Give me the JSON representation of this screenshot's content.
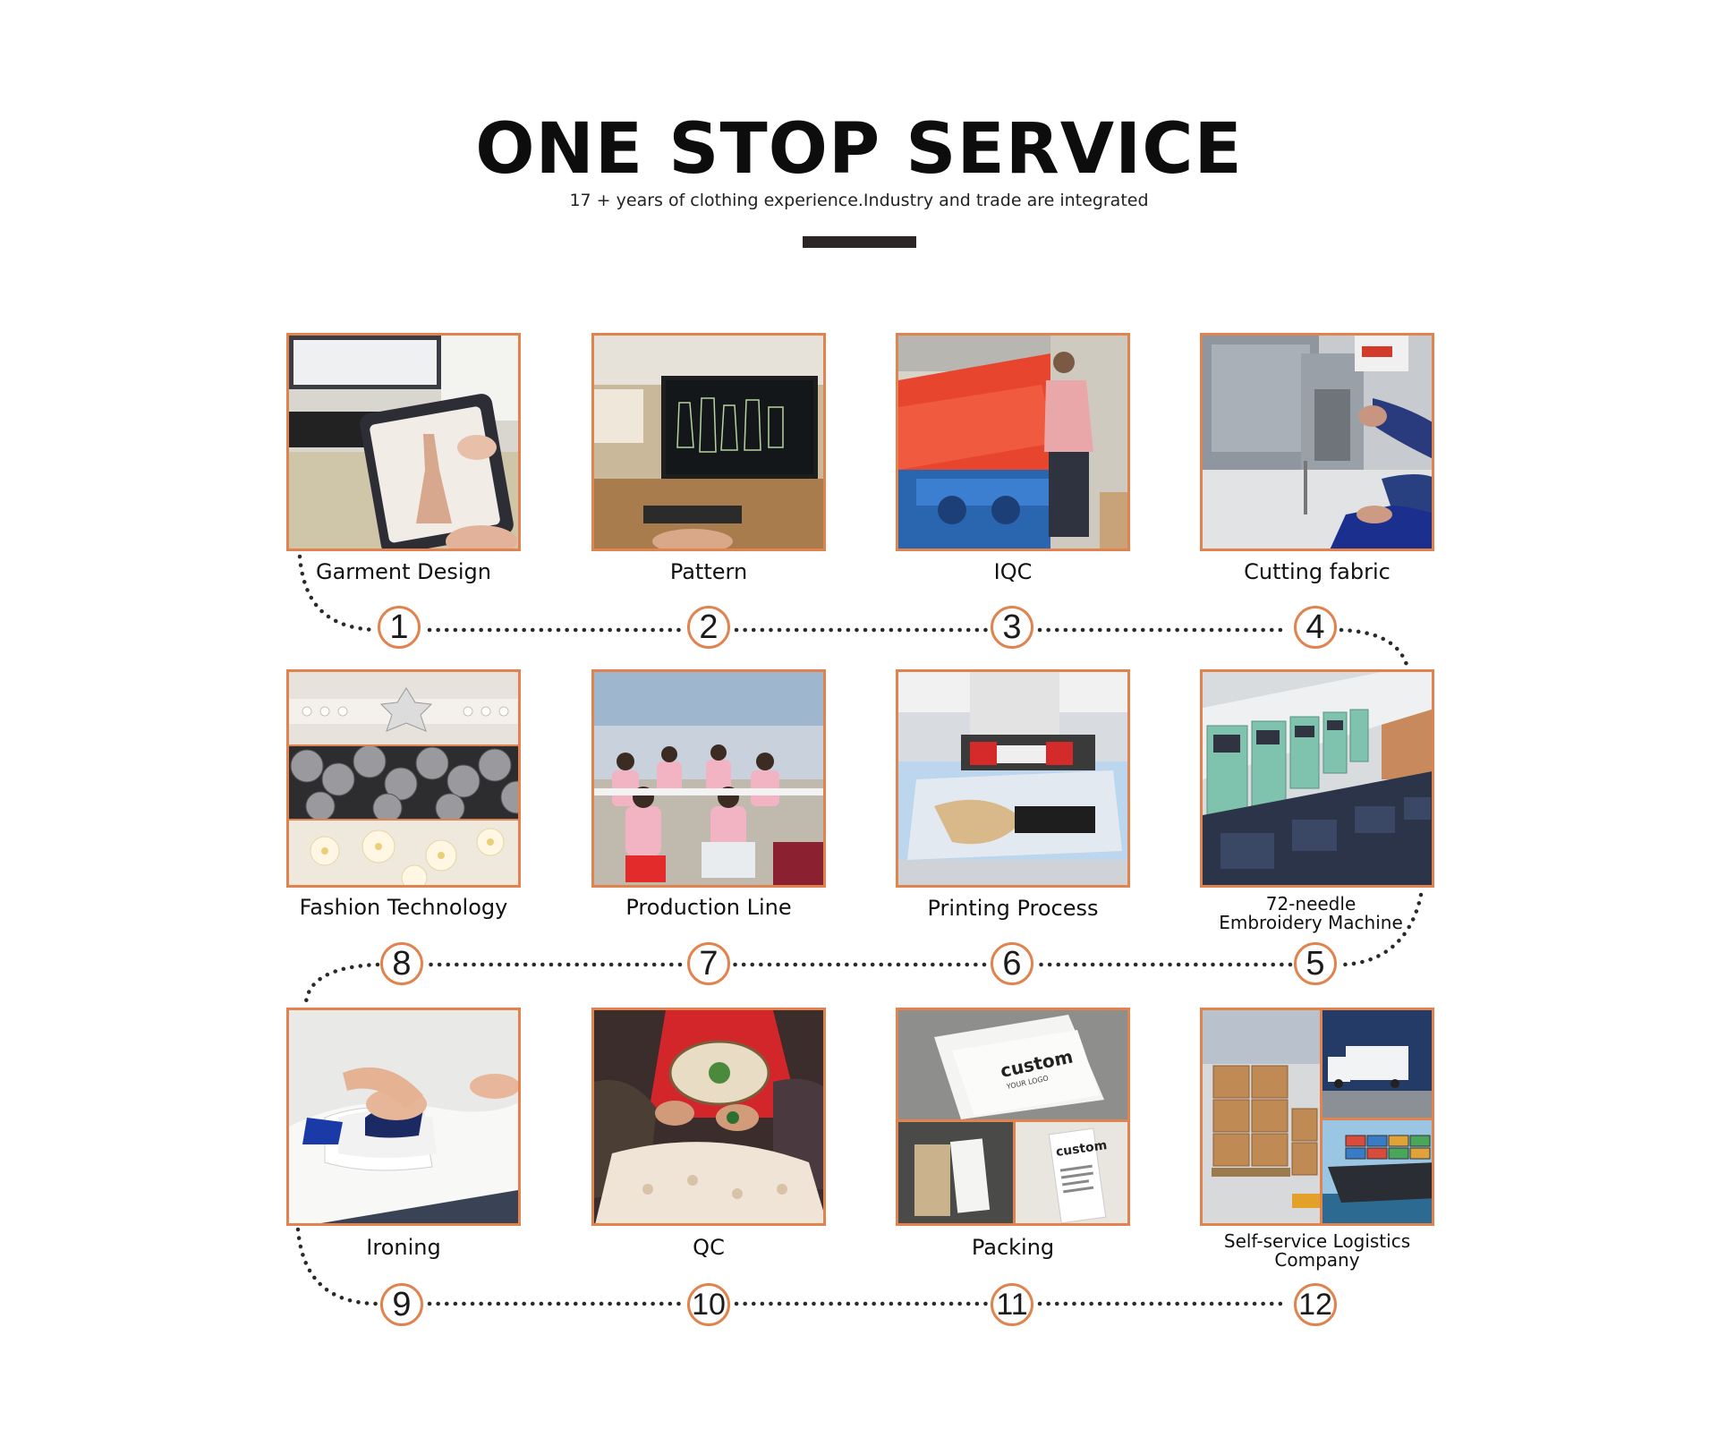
{
  "header": {
    "title": "ONE STOP SERVICE",
    "subtitle": "17 + years of clothing experience.Industry and trade are integrated"
  },
  "colors": {
    "accent": "#e0834e",
    "dots": "#2a2a2a",
    "title": "#0d0d0d"
  },
  "steps": [
    {
      "num": "1",
      "label": "Garment Design"
    },
    {
      "num": "2",
      "label": "Pattern"
    },
    {
      "num": "3",
      "label": "IQC"
    },
    {
      "num": "4",
      "label": "Cutting fabric"
    },
    {
      "num": "5",
      "label_line1": "72-needle",
      "label_line2": "Embroidery Machine"
    },
    {
      "num": "6",
      "label": "Printing Process"
    },
    {
      "num": "7",
      "label": "Production Line"
    },
    {
      "num": "8",
      "label": "Fashion Technology"
    },
    {
      "num": "9",
      "label": "Ironing"
    },
    {
      "num": "10",
      "label": "QC"
    },
    {
      "num": "11",
      "label": "Packing"
    },
    {
      "num": "12",
      "label_line1": "Self-service Logistics",
      "label_line2": "Company"
    }
  ],
  "photo_texts": {
    "packing_bag": "custom",
    "packing_bag_sub": "YOUR LOGO",
    "packing_label": "custom"
  }
}
